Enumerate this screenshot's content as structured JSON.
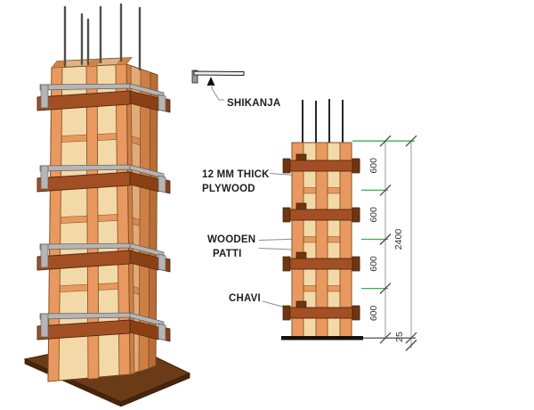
{
  "colors": {
    "plywood": "#f3d9a8",
    "plywood_side": "#e2aa78",
    "batten": "#e9995f",
    "batten_side": "#cd7f46",
    "clamp_band": "#a34f24",
    "clamp_band_side": "#8a4015",
    "metal": "#b5b5b5",
    "base_plate": "#6b3a16",
    "rebar": "#4f4f4f",
    "extension_green": "#3fae52",
    "dimension_line": "#9a9a9a",
    "text": "#1f1f1f"
  },
  "callouts": {
    "shikanja": "SHIKANJA",
    "plywood_line1": "12 MM THICK",
    "plywood_line2": "PLYWOOD",
    "patti_line1": "WOODEN",
    "patti_line2": "PATTI",
    "chavi": "CHAVI"
  },
  "dimensions": {
    "segments": [
      "600",
      "600",
      "600",
      "600"
    ],
    "total": "2400",
    "base_thickness": "25"
  }
}
